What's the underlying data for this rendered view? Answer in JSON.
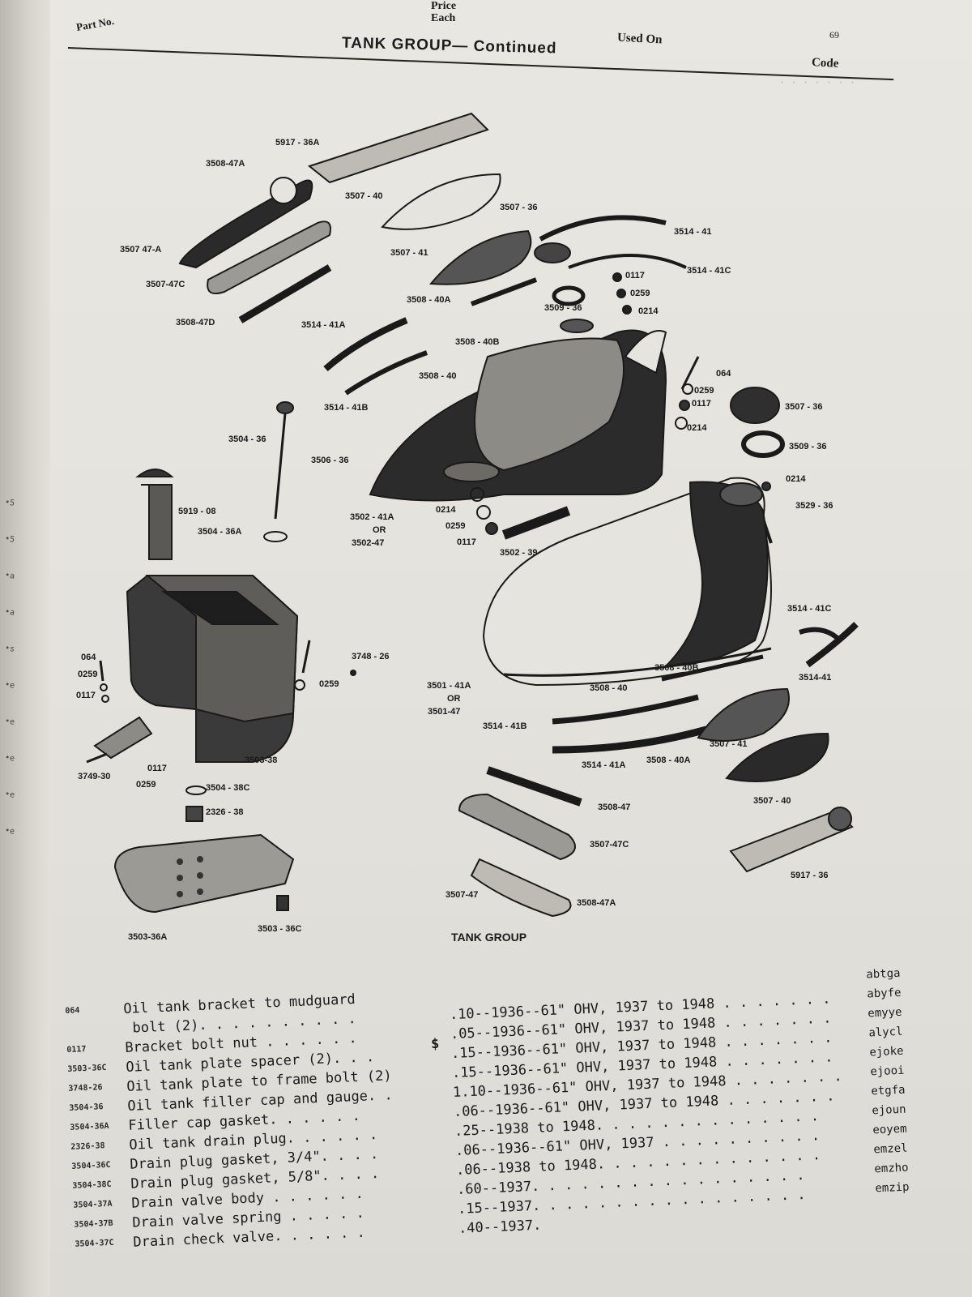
{
  "header": {
    "part_no": "Part No.",
    "price_each": "Price Each",
    "used_on": "Used On",
    "page_number": "69",
    "code": "Code"
  },
  "title": "TANK GROUP— Continued",
  "diagram": {
    "caption": "TANK GROUP",
    "labels": [
      "5917 - 36A",
      "3508-47A",
      "3507 - 40",
      "3507 47-A",
      "3507-47C",
      "3508-47D",
      "3507 - 36",
      "3514 - 41",
      "3507 - 41",
      "3514 - 41C",
      "0117",
      "0259",
      "0214",
      "3508 - 40A",
      "3509 - 36",
      "3514 - 41A",
      "3508 - 40B",
      "3508 - 40",
      "064",
      "0259",
      "0117",
      "3507 - 36",
      "0214",
      "3514 - 41B",
      "3509 - 36",
      "3504 - 36",
      "3506 - 36",
      "0214",
      "3529 - 36",
      "5919 - 08",
      "3502 - 41A",
      "OR",
      "3502-47",
      "0214",
      "0259",
      "0117",
      "3502 - 39",
      "3504 - 36A",
      "3514 - 41C",
      "064",
      "0259",
      "0117",
      "3748 - 26",
      "0259",
      "3501 - 41A",
      "OR",
      "3501-47",
      "3508 - 40B",
      "3508 - 40",
      "3514-41",
      "3514 - 41B",
      "3507 - 41",
      "3514 - 41A",
      "3508 - 40A",
      "3749-30",
      "0259",
      "0117",
      "3503-38",
      "3504 - 38C",
      "2326 - 38",
      "3507 - 40",
      "3508-47",
      "3507-47C",
      "5917 - 36",
      "3507-47",
      "3508-47A",
      "3503-36A",
      "3503 - 36C"
    ]
  },
  "price_symbol": "$",
  "parts_list": [
    {
      "part_no": "064",
      "description": "Oil tank bracket to mudguard",
      "usage": "",
      "code": "abtga"
    },
    {
      "part_no": "",
      "description": " bolt (2). . . . . . . . . .",
      "usage": ".10--1936--61\" OHV, 1937 to 1948 . . . . . . .",
      "code": "abyfe"
    },
    {
      "part_no": "0117",
      "description": "Bracket bolt nut . . . . . .",
      "usage": ".05--1936--61\" OHV, 1937 to 1948 . . . . . . .",
      "code": "emyye"
    },
    {
      "part_no": "3503-36C",
      "description": "Oil tank plate spacer (2). . .",
      "usage": ".15--1936--61\" OHV, 1937 to 1948 . . . . . . .",
      "code": "alycl"
    },
    {
      "part_no": "3748-26",
      "description": "Oil tank plate to frame bolt (2)",
      "usage": ".15--1936--61\" OHV, 1937 to 1948 . . . . . . .",
      "code": "ejoke"
    },
    {
      "part_no": "3504-36",
      "description": "Oil tank filler cap and gauge. .",
      "usage": "1.10--1936--61\" OHV, 1937 to 1948 . . . . . . .",
      "code": "ejooi"
    },
    {
      "part_no": "3504-36A",
      "description": "Filler cap gasket. . . . . .",
      "usage": ".06--1936--61\" OHV, 1937 to 1948 . . . . . . .",
      "code": "etgfa"
    },
    {
      "part_no": "2326-38",
      "description": "Oil tank drain plug. . . . . .",
      "usage": ".25--1938 to 1948. . . . . . . . . . . . . .",
      "code": "ejoun"
    },
    {
      "part_no": "3504-36C",
      "description": "Drain plug gasket, 3/4\". . . .",
      "usage": ".06--1936--61\" OHV, 1937 . . . . . . . . . .",
      "code": "eoyem"
    },
    {
      "part_no": "3504-38C",
      "description": "Drain plug gasket, 5/8\". . . .",
      "usage": ".06--1938 to 1948. . . . . . . . . . . . . .",
      "code": "emzel"
    },
    {
      "part_no": "3504-37A",
      "description": "Drain valve body . . . . . .",
      "usage": ".60--1937. . . . . . . . . . . . . . . . .",
      "code": "emzho"
    },
    {
      "part_no": "3504-37B",
      "description": "Drain valve spring . . . . .",
      "usage": ".15--1937. . . . . . . . . . . . . . . . .",
      "code": "emzip"
    },
    {
      "part_no": "3504-37C",
      "description": "Drain check valve. . . . . .",
      "usage": ".40--1937.",
      "code": ""
    }
  ],
  "colors": {
    "page": "#e6e4de",
    "ink": "#1c1c1c",
    "spine": "#c4c2bb"
  }
}
